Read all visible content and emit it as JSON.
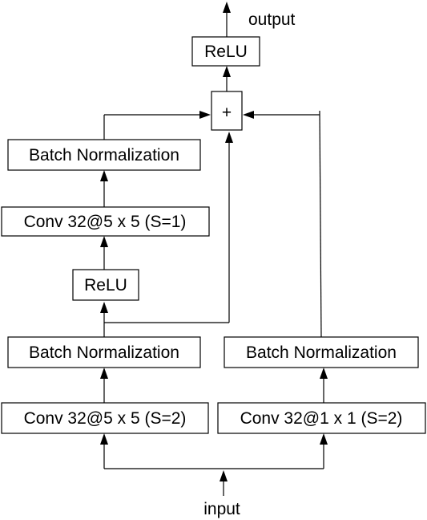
{
  "diagram": {
    "input_label": "input",
    "output_label": "output",
    "sum_symbol": "+",
    "left_branch": {
      "conv1": "Conv 32@5 x 5 (S=2)",
      "bn1": "Batch Normalization",
      "relu": "ReLU",
      "conv2": "Conv 32@5 x 5 (S=1)",
      "bn2": "Batch Normalization"
    },
    "right_branch": {
      "conv": "Conv 32@1 x 1 (S=2)",
      "bn": "Batch Normalization"
    },
    "final_relu": "ReLU",
    "colors": {
      "stroke": "#000000",
      "box_fill": "#ffffff"
    }
  }
}
